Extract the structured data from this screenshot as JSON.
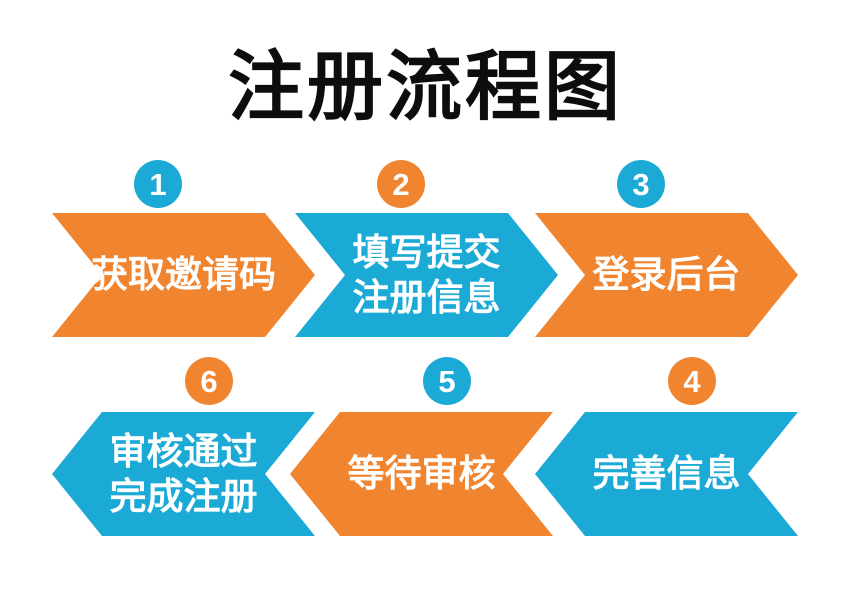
{
  "title": "注册流程图",
  "colors": {
    "orange": "#F0842F",
    "blue": "#1BAAD5",
    "title_text": "#0D0D0D",
    "label_text": "#FFFFFF",
    "background": "#FFFFFF"
  },
  "steps": [
    {
      "number": "1",
      "lines": [
        "获取邀请码"
      ],
      "arrow_color": "orange",
      "badge_color": "blue",
      "direction": "right"
    },
    {
      "number": "2",
      "lines": [
        "填写提交",
        "注册信息"
      ],
      "arrow_color": "blue",
      "badge_color": "orange",
      "direction": "right"
    },
    {
      "number": "3",
      "lines": [
        "登录后台"
      ],
      "arrow_color": "orange",
      "badge_color": "blue",
      "direction": "right"
    },
    {
      "number": "4",
      "lines": [
        "完善信息"
      ],
      "arrow_color": "blue",
      "badge_color": "orange",
      "direction": "left"
    },
    {
      "number": "5",
      "lines": [
        "等待审核"
      ],
      "arrow_color": "orange",
      "badge_color": "blue",
      "direction": "left"
    },
    {
      "number": "6",
      "lines": [
        "审核通过",
        "完成注册"
      ],
      "arrow_color": "blue",
      "badge_color": "orange",
      "direction": "left"
    }
  ]
}
